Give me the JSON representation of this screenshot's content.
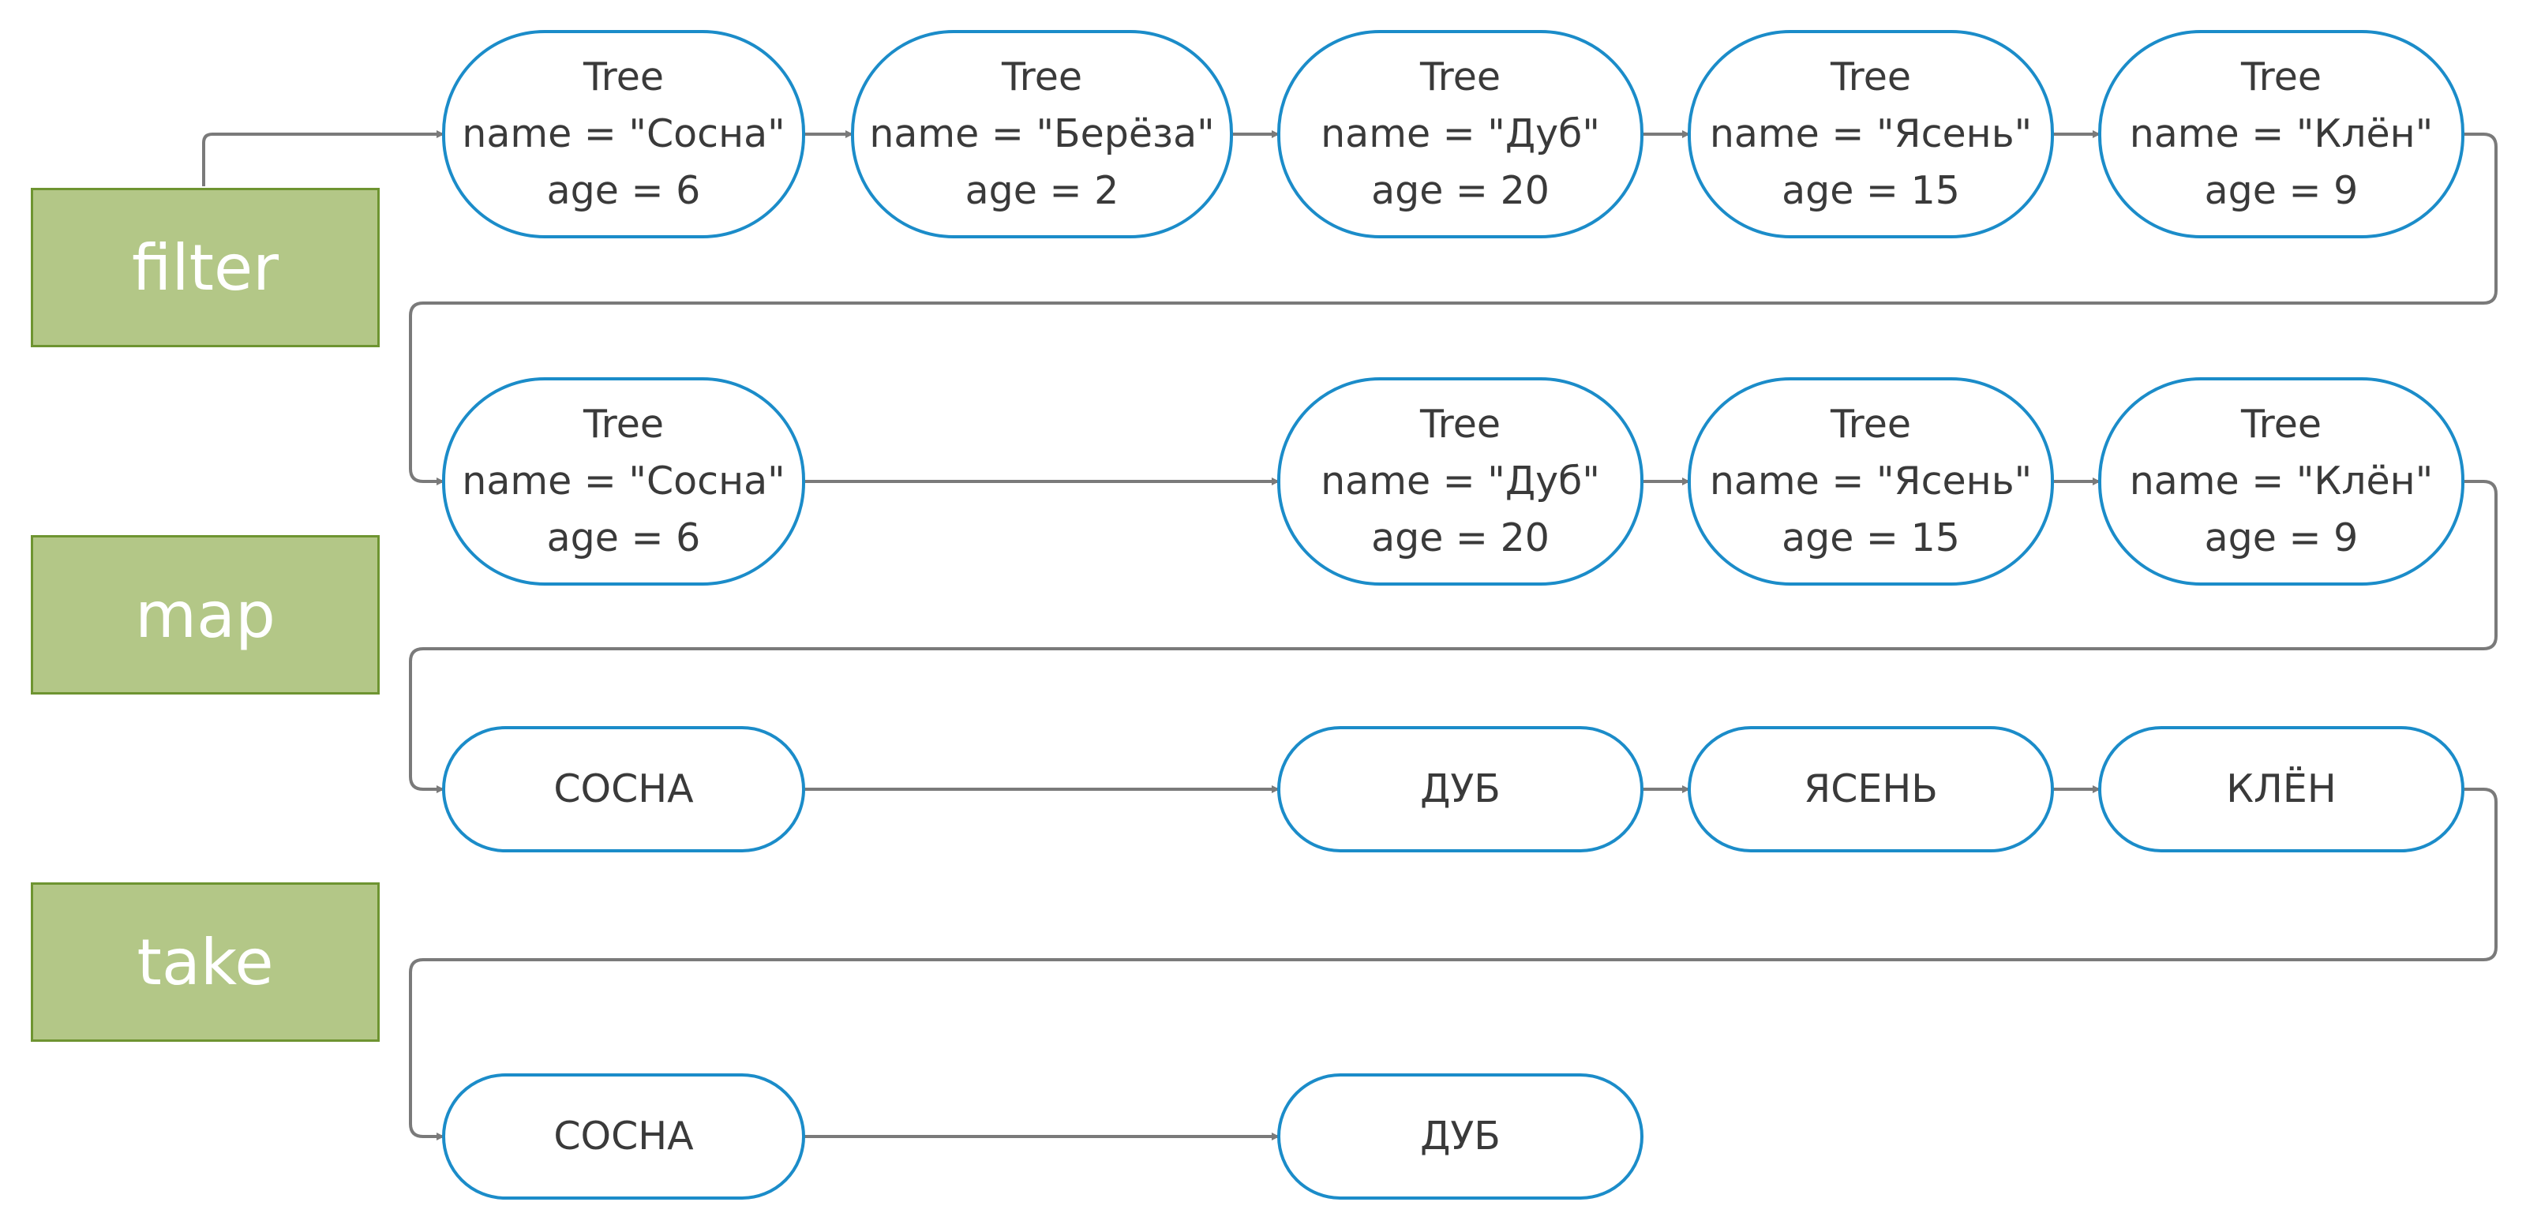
{
  "operations": [
    {
      "id": "filter",
      "label": "filter"
    },
    {
      "id": "map",
      "label": "map"
    },
    {
      "id": "take",
      "label": "take"
    }
  ],
  "rows": [
    {
      "id": "source",
      "items": [
        {
          "type": "Tree",
          "name_line": "name = \"Сосна\"",
          "age_line": "age = 6"
        },
        {
          "type": "Tree",
          "name_line": "name = \"Берёза\"",
          "age_line": "age = 2"
        },
        {
          "type": "Tree",
          "name_line": "name = \"Дуб\"",
          "age_line": "age = 20"
        },
        {
          "type": "Tree",
          "name_line": "name = \"Ясень\"",
          "age_line": "age = 15"
        },
        {
          "type": "Tree",
          "name_line": "name = \"Клён\"",
          "age_line": "age = 9"
        }
      ]
    },
    {
      "id": "after-filter",
      "items": [
        {
          "type": "Tree",
          "name_line": "name = \"Сосна\"",
          "age_line": "age = 6"
        },
        {
          "type": "Tree",
          "name_line": "name = \"Дуб\"",
          "age_line": "age = 20"
        },
        {
          "type": "Tree",
          "name_line": "name = \"Ясень\"",
          "age_line": "age = 15"
        },
        {
          "type": "Tree",
          "name_line": "name = \"Клён\"",
          "age_line": "age = 9"
        }
      ]
    },
    {
      "id": "after-map",
      "items": [
        {
          "label": "СОСНА"
        },
        {
          "label": "ДУБ"
        },
        {
          "label": "ЯСЕНЬ"
        },
        {
          "label": "КЛЁН"
        }
      ]
    },
    {
      "id": "after-take",
      "items": [
        {
          "label": "СОСНА"
        },
        {
          "label": "ДУБ"
        }
      ]
    }
  ],
  "colors": {
    "operation_fill": "#b3c787",
    "operation_border": "#6e9431",
    "node_border": "#1b8cc9",
    "node_text": "#3a3a3a",
    "connector": "#7a7a7a"
  }
}
